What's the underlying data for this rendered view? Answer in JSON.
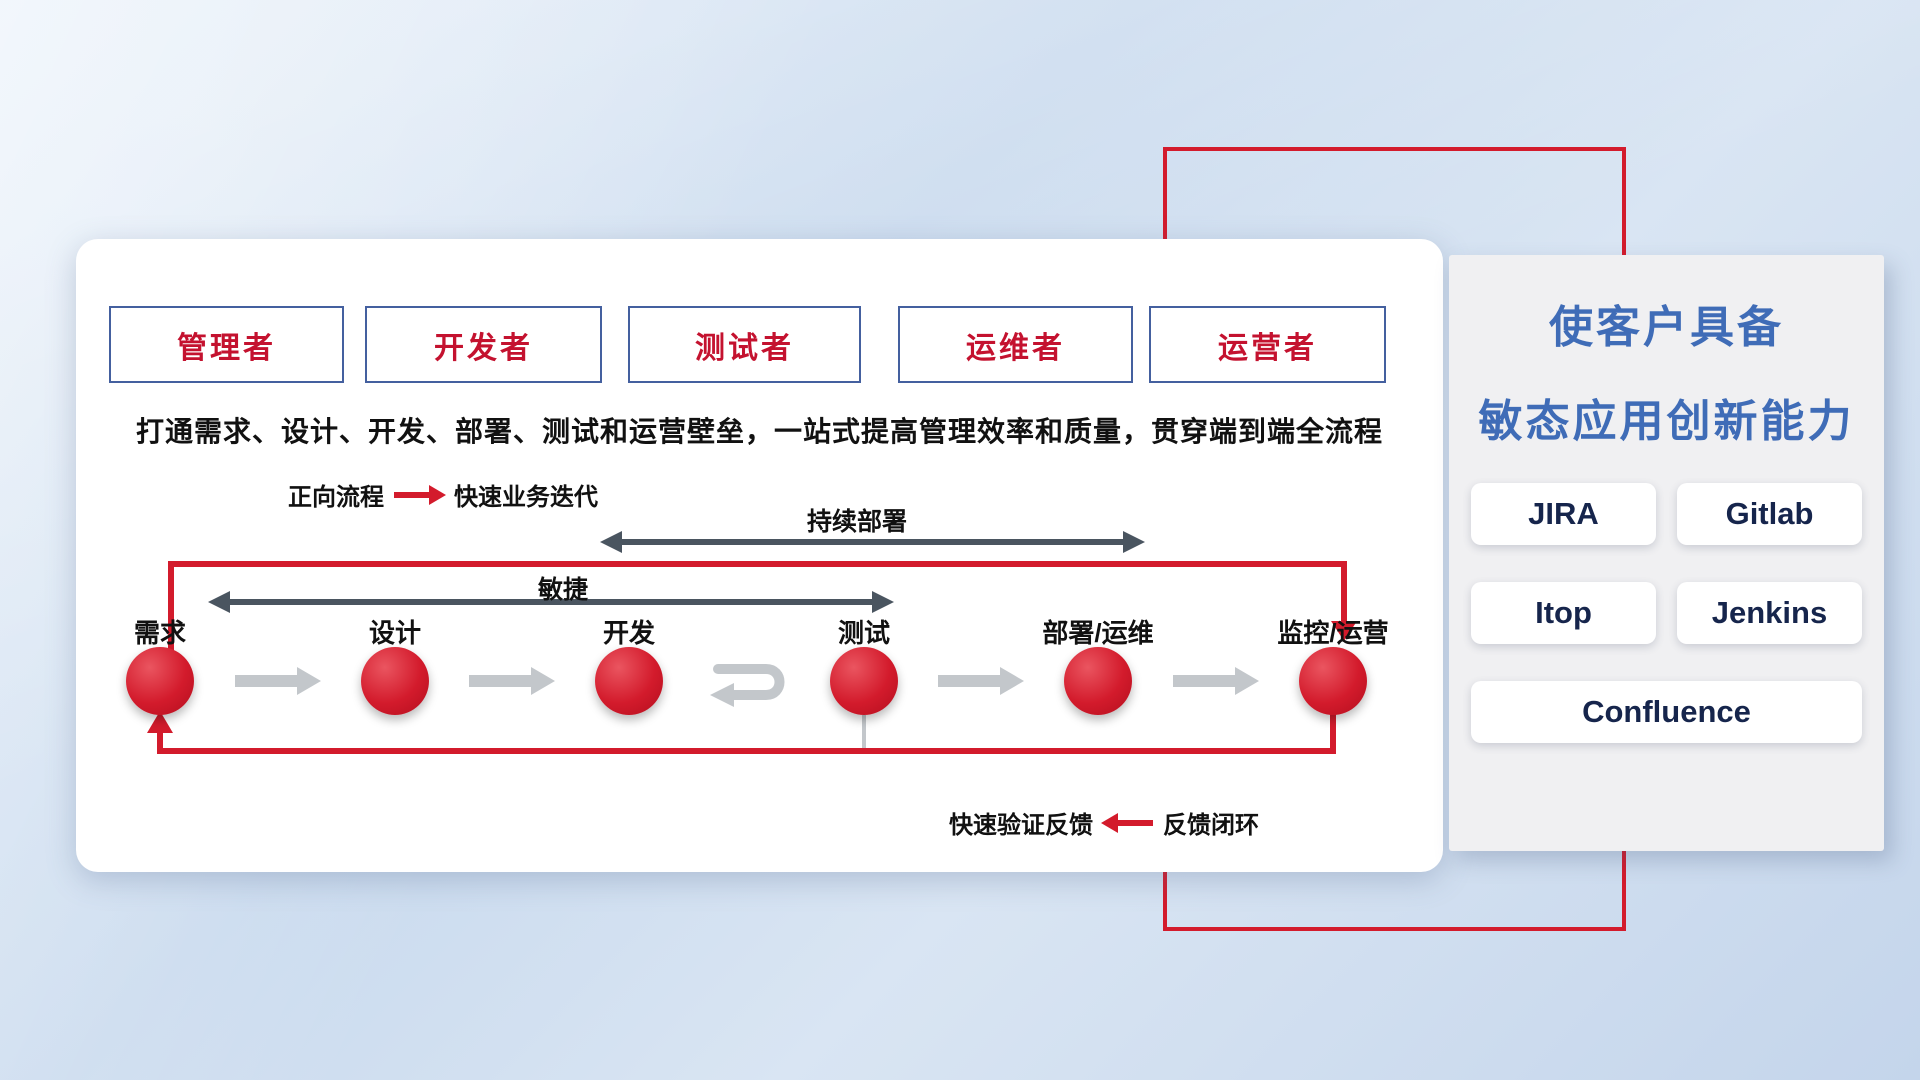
{
  "roles": [
    "管理者",
    "开发者",
    "测试者",
    "运维者",
    "运营者"
  ],
  "headline": "打通需求、设计、开发、部署、测试和运营壁垒，一站式提高管理效率和质量，贯穿端到端全流程",
  "forward_legend": {
    "label": "正向流程",
    "value": "快速业务迭代"
  },
  "feedback_legend": {
    "label": "快速验证反馈",
    "value": "反馈闭环"
  },
  "flow": {
    "continuous_deploy": "持续部署",
    "agile": "敏捷",
    "stages": [
      "需求",
      "设计",
      "开发",
      "测试",
      "部署/运维",
      "监控/运营"
    ]
  },
  "right_panel": {
    "title_line1": "使客户具备",
    "title_line2": "敏态应用创新能力",
    "tools": [
      "JIRA",
      "Gitlab",
      "Itop",
      "Jenkins",
      "Confluence"
    ]
  },
  "colors": {
    "accent_red": "#d31b2c",
    "title_blue": "#3f6cb7",
    "dark_arrow": "#4a5560",
    "light_arrow": "#c3c7cb"
  }
}
